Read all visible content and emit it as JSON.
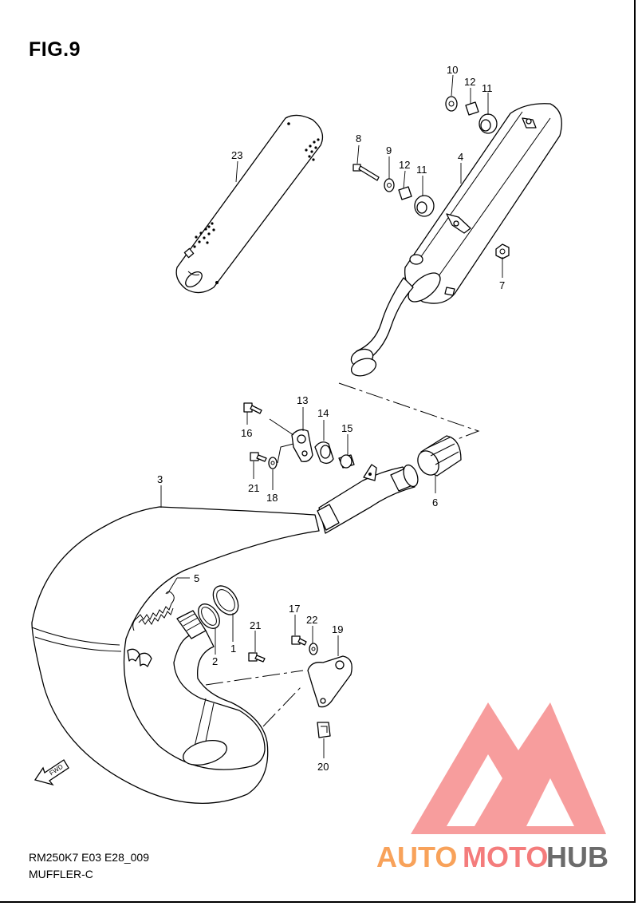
{
  "figure": {
    "title": "FIG.9",
    "model_code": "RM250K7 E03 E28_009",
    "section": "MUFFLER-C",
    "fwd_label": "FWD"
  },
  "parts": {
    "p1": "1",
    "p2": "2",
    "p3": "3",
    "p4": "4",
    "p5": "5",
    "p6": "6",
    "p7": "7",
    "p8": "8",
    "p9": "9",
    "p10": "10",
    "p11a": "11",
    "p11b": "11",
    "p12a": "12",
    "p12b": "12",
    "p13": "13",
    "p14": "14",
    "p15": "15",
    "p16": "16",
    "p17": "17",
    "p18": "18",
    "p19": "19",
    "p20": "20",
    "p21a": "21",
    "p21b": "21",
    "p22": "22",
    "p23": "23"
  },
  "watermark": {
    "part1": "AUTO",
    "part2": "MOTO",
    "part3": "HUB",
    "color1": "#f8a25a",
    "color2": "#f47c7c",
    "color3": "#6b6b6b",
    "logo_color": "#f47c7c"
  }
}
